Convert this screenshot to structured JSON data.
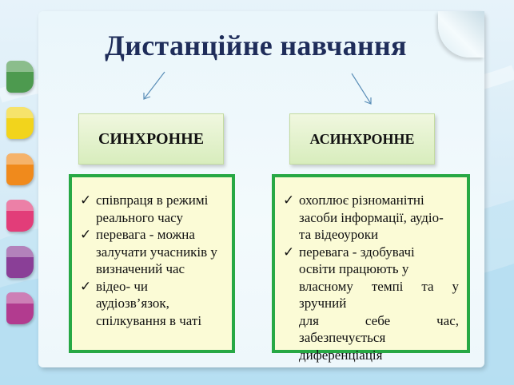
{
  "title": "Дистанційне навчання",
  "colors": {
    "title": "#1f2d5a",
    "panel_border": "#27a844",
    "panel_fill": "#fbfbd6",
    "head_fill": "#d8edbd",
    "tabs": [
      "#4d9a4f",
      "#f2d41c",
      "#f08a1c",
      "#e23d79",
      "#8a3f97"
    ]
  },
  "left": {
    "heading": "СИНХРОННЕ",
    "items": [
      {
        "icon": "check-icon",
        "lines": [
          "співпраця в режимі",
          "реального часу"
        ]
      },
      {
        "icon": "check-icon",
        "lines": [
          "перевага - можна",
          "залучати учасників у",
          "визначений час"
        ]
      },
      {
        "icon": "check-icon",
        "lines": [
          "відео- чи",
          "аудіозв’язок,",
          "спілкування в чаті"
        ]
      }
    ]
  },
  "right": {
    "heading": "АСИНХРОННЕ",
    "items": [
      {
        "icon": "check-icon",
        "lines": [
          "охоплює різноманітні",
          "засоби інформації, аудіо-",
          "та відеоуроки"
        ]
      },
      {
        "icon": "check-icon",
        "lines": [
          "перевага - здобувачі",
          "освіти працюють у",
          "власному темпі та у зручний",
          "для себе час, забезпечується",
          "диференціація"
        ]
      }
    ]
  }
}
